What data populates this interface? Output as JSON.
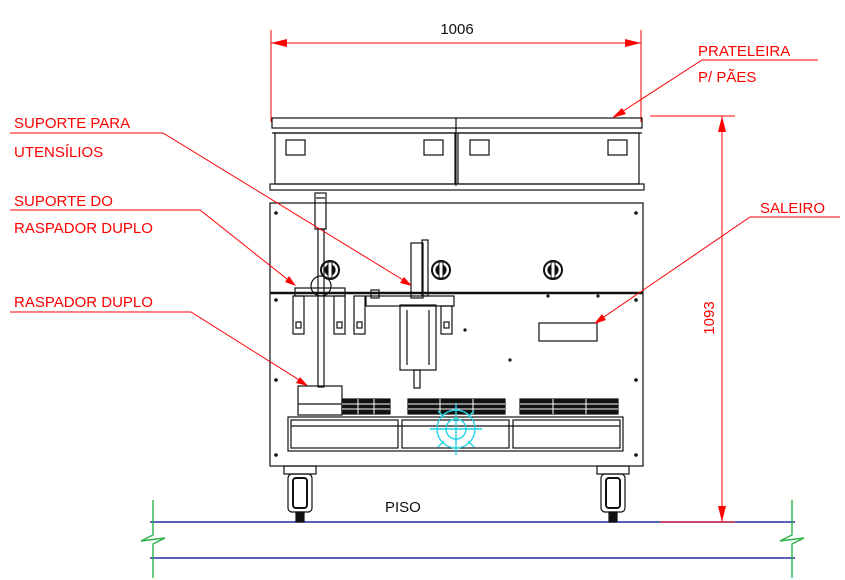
{
  "colors": {
    "annotation": "#ff0000",
    "outline": "#111111",
    "floor": "#1f2fa8",
    "ground_break": "#2bb34a",
    "burner": "#22d3e6"
  },
  "dimensions": {
    "width": "1006",
    "height": "1093"
  },
  "labels": {
    "prateleira_line1": "PRATELEIRA",
    "prateleira_line2": "P/ PÃES",
    "suporte_utensilios_line1": "SUPORTE PARA",
    "suporte_utensilios_line2": "UTENSÍLIOS",
    "suporte_raspador_line1": "SUPORTE DO",
    "suporte_raspador_line2": "RASPADOR DUPLO",
    "raspador_duplo": "RASPADOR DUPLO",
    "saleiro": "SALEIRO",
    "piso": "PISO"
  },
  "icons": {
    "burner": "burner-symbol-icon",
    "knob": "control-knob-icon",
    "caster": "caster-wheel-icon"
  }
}
